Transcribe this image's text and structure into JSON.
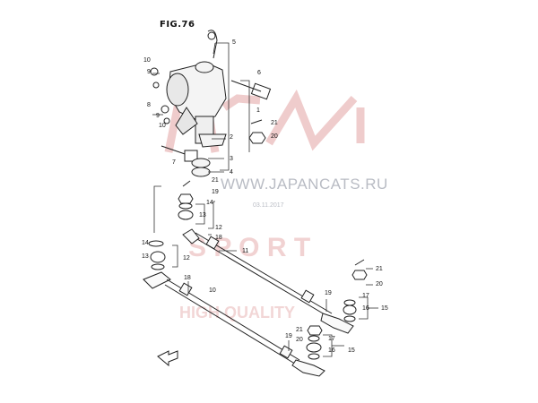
{
  "figure": {
    "title": "FIG.76",
    "watermark_site": "WWW.JAPANCATS.RU",
    "watermark_date": "03.11.2017",
    "watermark_color": "#c94a4a"
  },
  "callouts": [
    {
      "id": "c5",
      "label": "5"
    },
    {
      "id": "c10a",
      "label": "10"
    },
    {
      "id": "c9a",
      "label": "9"
    },
    {
      "id": "c6",
      "label": "6"
    },
    {
      "id": "c1",
      "label": "1"
    },
    {
      "id": "c8",
      "label": "8"
    },
    {
      "id": "c9b",
      "label": "9"
    },
    {
      "id": "c10b",
      "label": "10"
    },
    {
      "id": "c21a",
      "label": "21"
    },
    {
      "id": "c20a",
      "label": "20"
    },
    {
      "id": "c2",
      "label": "2"
    },
    {
      "id": "c7",
      "label": "7"
    },
    {
      "id": "c3",
      "label": "3"
    },
    {
      "id": "c4",
      "label": "4"
    },
    {
      "id": "c21b",
      "label": "21"
    },
    {
      "id": "c19a",
      "label": "19"
    },
    {
      "id": "c14a",
      "label": "14"
    },
    {
      "id": "c13a",
      "label": "13"
    },
    {
      "id": "c12a",
      "label": "12"
    },
    {
      "id": "c14b",
      "label": "14"
    },
    {
      "id": "c18a",
      "label": "18"
    },
    {
      "id": "c11",
      "label": "11"
    },
    {
      "id": "c13b",
      "label": "13"
    },
    {
      "id": "c12b",
      "label": "12"
    },
    {
      "id": "c21c",
      "label": "21"
    },
    {
      "id": "c18b",
      "label": "18"
    },
    {
      "id": "c20b",
      "label": "20"
    },
    {
      "id": "c10c",
      "label": "10"
    },
    {
      "id": "c19b",
      "label": "19"
    },
    {
      "id": "c17a",
      "label": "17"
    },
    {
      "id": "c16a",
      "label": "16"
    },
    {
      "id": "c15a",
      "label": "15"
    },
    {
      "id": "c19c",
      "label": "19"
    },
    {
      "id": "c21d",
      "label": "21"
    },
    {
      "id": "c20c",
      "label": "20"
    },
    {
      "id": "c17b",
      "label": "17"
    },
    {
      "id": "c16b",
      "label": "16"
    },
    {
      "id": "c15b",
      "label": "15"
    }
  ]
}
